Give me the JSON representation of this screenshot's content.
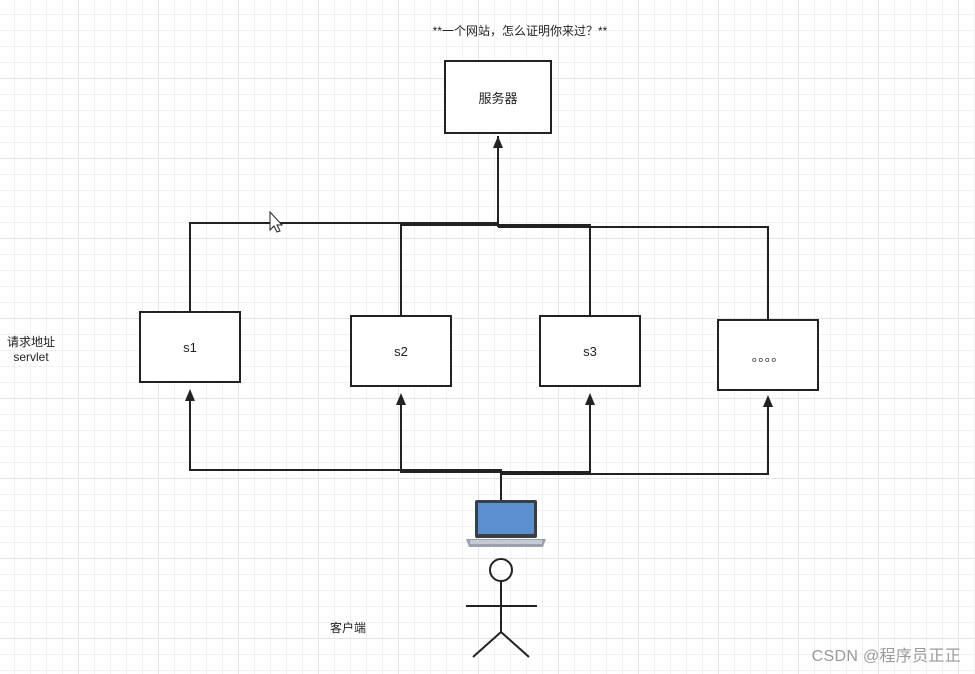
{
  "diagram": {
    "title": "**一个网站，怎么证明你来过？**",
    "server_label": "服务器",
    "servlets": [
      {
        "label": "s1"
      },
      {
        "label": "s2"
      },
      {
        "label": "s3"
      },
      {
        "label": "。。。。"
      }
    ],
    "side_note": {
      "line1": "请求地址",
      "line2": "servlet"
    },
    "client_label": "客户端"
  },
  "watermark": "CSDN @程序员正正",
  "colors": {
    "line": "#222222",
    "grid_major": "#e4e4e4",
    "grid_minor": "#f1f1f1",
    "laptop_screen": "#5a8fd0"
  }
}
